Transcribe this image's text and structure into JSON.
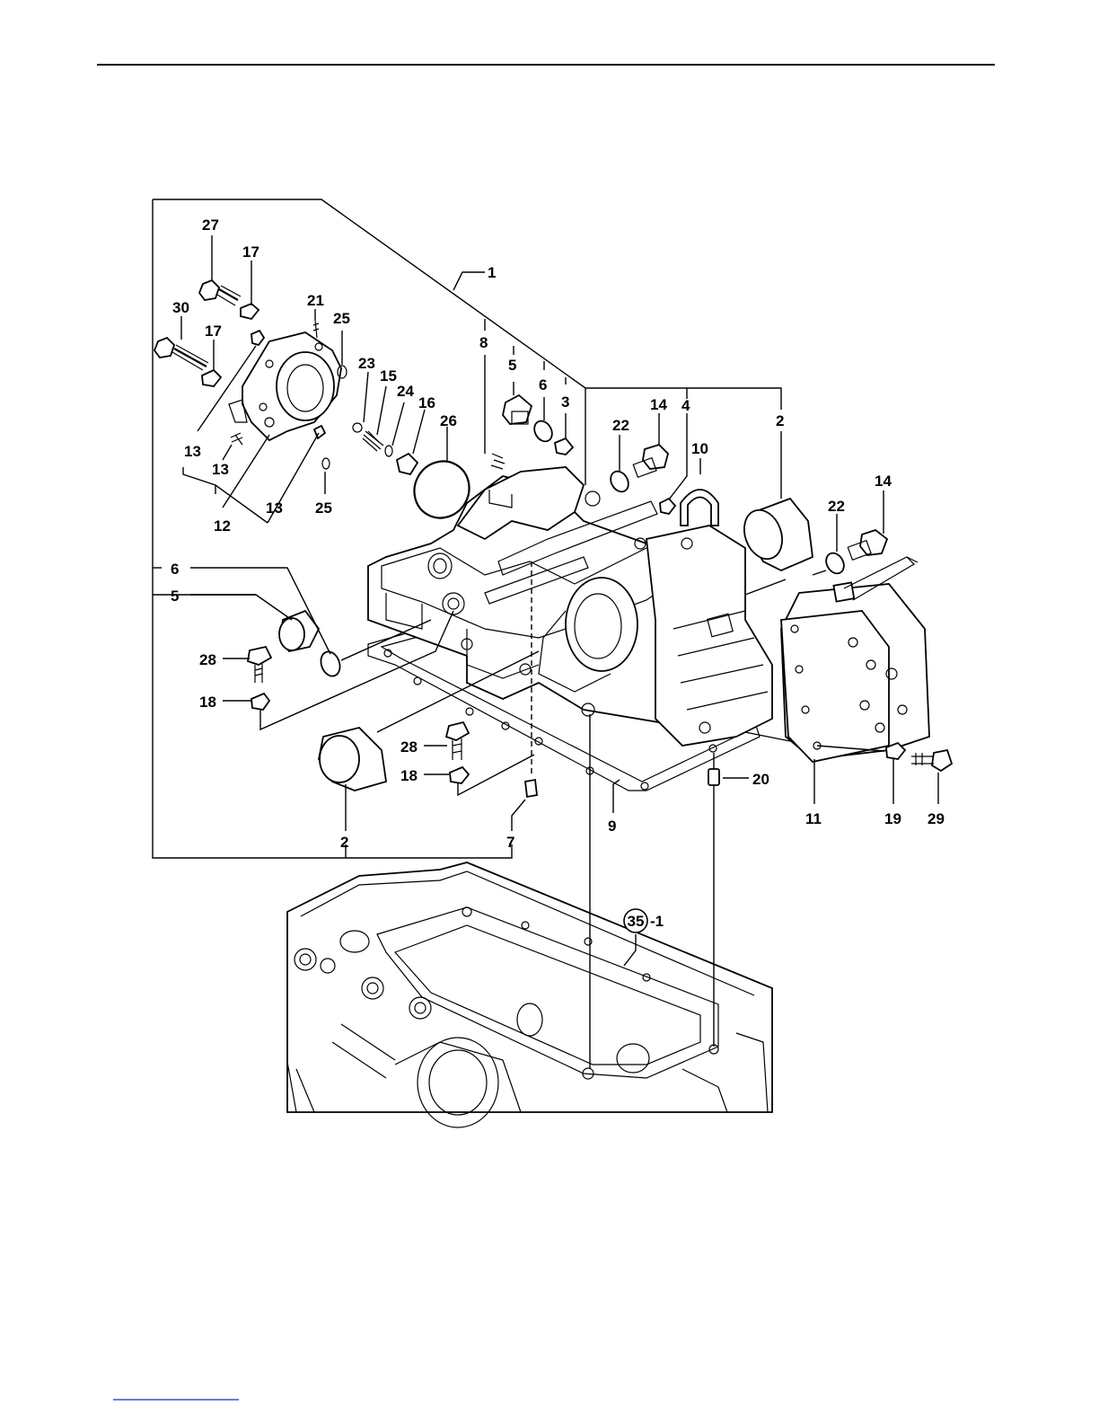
{
  "diagram": {
    "callouts": [
      {
        "id": "c1",
        "label": "1"
      },
      {
        "id": "c2a",
        "label": "2"
      },
      {
        "id": "c2b",
        "label": "2"
      },
      {
        "id": "c2c",
        "label": "2"
      },
      {
        "id": "c3",
        "label": "3"
      },
      {
        "id": "c4",
        "label": "4"
      },
      {
        "id": "c5a",
        "label": "5"
      },
      {
        "id": "c5b",
        "label": "5"
      },
      {
        "id": "c6a",
        "label": "6"
      },
      {
        "id": "c6b",
        "label": "6"
      },
      {
        "id": "c7",
        "label": "7"
      },
      {
        "id": "c8",
        "label": "8"
      },
      {
        "id": "c9",
        "label": "9"
      },
      {
        "id": "c10",
        "label": "10"
      },
      {
        "id": "c11",
        "label": "11"
      },
      {
        "id": "c12",
        "label": "12"
      },
      {
        "id": "c13a",
        "label": "13"
      },
      {
        "id": "c13b",
        "label": "13"
      },
      {
        "id": "c13c",
        "label": "13"
      },
      {
        "id": "c14a",
        "label": "14"
      },
      {
        "id": "c14b",
        "label": "14"
      },
      {
        "id": "c15",
        "label": "15"
      },
      {
        "id": "c16",
        "label": "16"
      },
      {
        "id": "c17a",
        "label": "17"
      },
      {
        "id": "c17b",
        "label": "17"
      },
      {
        "id": "c18a",
        "label": "18"
      },
      {
        "id": "c18b",
        "label": "18"
      },
      {
        "id": "c19",
        "label": "19"
      },
      {
        "id": "c20",
        "label": "20"
      },
      {
        "id": "c21",
        "label": "21"
      },
      {
        "id": "c22a",
        "label": "22"
      },
      {
        "id": "c22b",
        "label": "22"
      },
      {
        "id": "c23",
        "label": "23"
      },
      {
        "id": "c24",
        "label": "24"
      },
      {
        "id": "c25a",
        "label": "25"
      },
      {
        "id": "c25b",
        "label": "25"
      },
      {
        "id": "c26",
        "label": "26"
      },
      {
        "id": "c27",
        "label": "27"
      },
      {
        "id": "c28a",
        "label": "28"
      },
      {
        "id": "c28b",
        "label": "28"
      },
      {
        "id": "c29",
        "label": "29"
      },
      {
        "id": "c30",
        "label": "30"
      }
    ],
    "reference": {
      "circle_label": "35",
      "suffix": "-1"
    }
  }
}
